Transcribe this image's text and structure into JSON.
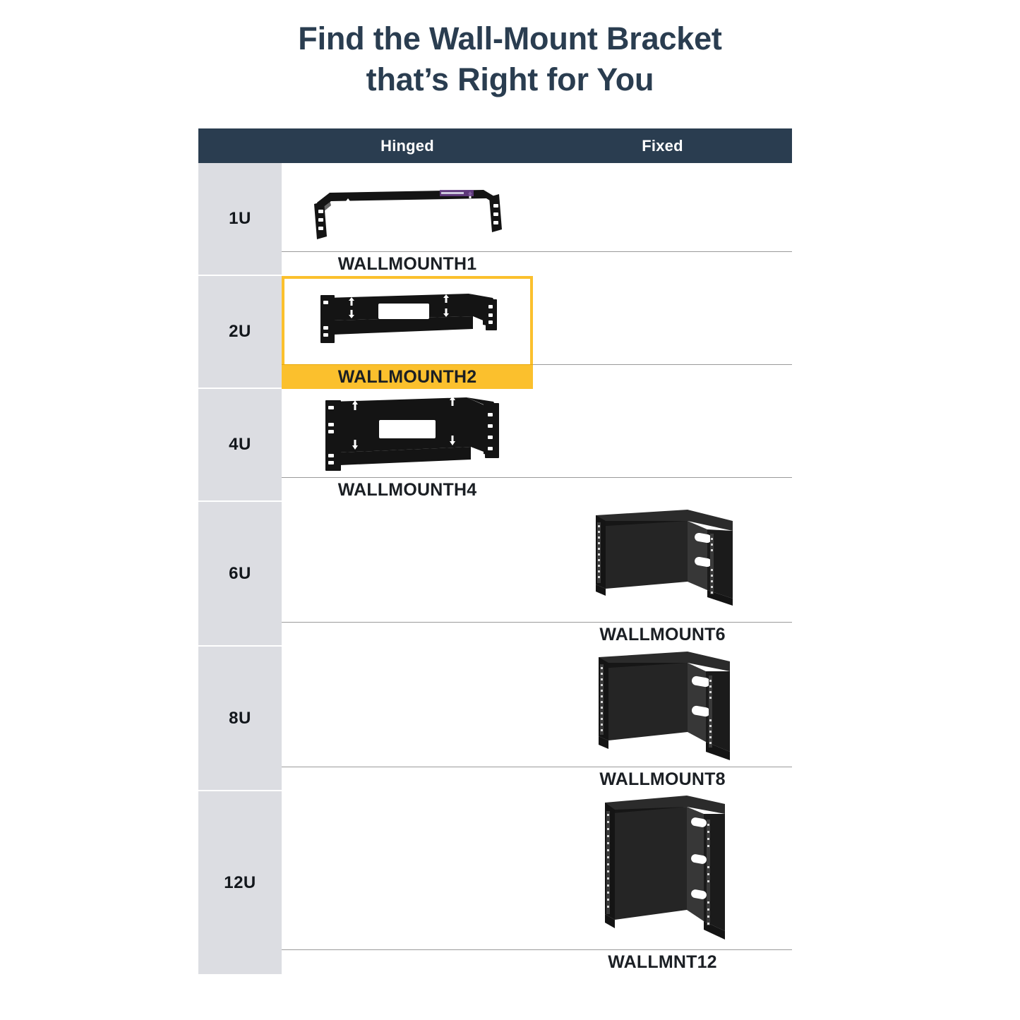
{
  "title": {
    "line1": "Find the Wall-Mount Bracket",
    "line2": "that’s Right for You"
  },
  "table": {
    "columns": {
      "unit_header": "",
      "hinged": "Hinged",
      "fixed": "Fixed"
    },
    "rows": [
      {
        "unit": "1U",
        "hinged_product": "WALLMOUNTH1",
        "fixed_product": "",
        "hinged_image": "wall-mount-bracket-1u-hinged",
        "fixed_image": "",
        "highlighted": false
      },
      {
        "unit": "2U",
        "hinged_product": "WALLMOUNTH2",
        "fixed_product": "",
        "hinged_image": "wall-mount-bracket-2u-hinged",
        "fixed_image": "",
        "highlighted": true
      },
      {
        "unit": "4U",
        "hinged_product": "WALLMOUNTH4",
        "fixed_product": "",
        "hinged_image": "wall-mount-bracket-4u-hinged",
        "fixed_image": "",
        "highlighted": false
      },
      {
        "unit": "6U",
        "hinged_product": "",
        "fixed_product": "WALLMOUNT6",
        "hinged_image": "",
        "fixed_image": "wall-mount-rack-6u-fixed",
        "highlighted": false
      },
      {
        "unit": "8U",
        "hinged_product": "",
        "fixed_product": "WALLMOUNT8",
        "hinged_image": "",
        "fixed_image": "wall-mount-rack-8u-fixed",
        "highlighted": false
      },
      {
        "unit": "12U",
        "hinged_product": "",
        "fixed_product": "WALLMNT12",
        "hinged_image": "",
        "fixed_image": "wall-mount-rack-12u-fixed",
        "highlighted": false
      }
    ]
  },
  "colors": {
    "header_bar": "#2a3d50",
    "title_text": "#2a3d50",
    "unit_cell_bg": "#dcdde2",
    "highlight": "#fbc02d",
    "rule": "#9a9a9a",
    "page_bg": "#ffffff",
    "product_black": "#141414"
  }
}
